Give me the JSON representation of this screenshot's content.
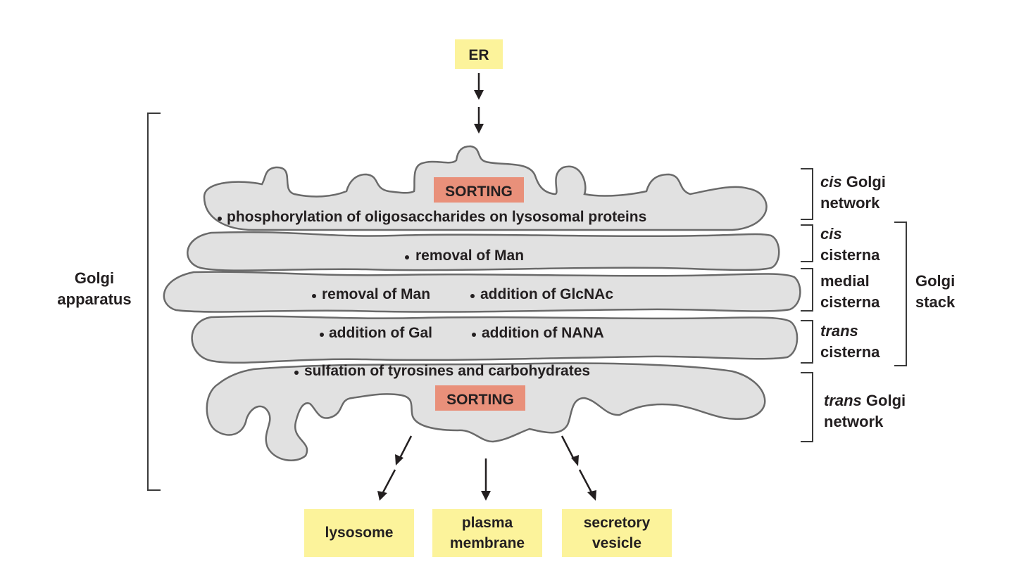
{
  "er_label": "ER",
  "sorting_label": "SORTING",
  "cis_golgi_network_functions": "phosphorylation of oligosaccharides on lysosomal proteins",
  "cis_cisterna_functions": "removal of Man",
  "medial_cisterna_functions": [
    "removal of Man",
    "addition of GlcNAc"
  ],
  "trans_cisterna_functions": [
    "addition of Gal",
    "addition of NANA"
  ],
  "trans_golgi_network_functions": "sulfation of tyrosines and carbohydrates",
  "golgi_apparatus_label": [
    "Golgi",
    "apparatus"
  ],
  "golgi_stack_label": [
    "Golgi",
    "stack"
  ],
  "compartments": {
    "cis_golgi_network": {
      "italic": "cis",
      "rest": " Golgi",
      "line2": "network"
    },
    "cis_cisterna": {
      "italic": "cis",
      "line2": "cisterna"
    },
    "medial_cisterna": {
      "line1": "medial",
      "line2": "cisterna"
    },
    "trans_cisterna": {
      "italic": "trans",
      "line2": "cisterna"
    },
    "trans_golgi_network": {
      "italic": "trans",
      "rest": " Golgi",
      "line2": "network"
    }
  },
  "destinations": {
    "lysosome": [
      "lysosome"
    ],
    "plasma_membrane": [
      "plasma",
      "membrane"
    ],
    "secretory_vesicle": [
      "secretory",
      "vesicle"
    ]
  },
  "colors": {
    "destination_box": "#fcf39b",
    "sorting_box": "#e9907a",
    "cisterna_fill": "#e1e1e1",
    "cisterna_outline": "#6a6a6a"
  }
}
